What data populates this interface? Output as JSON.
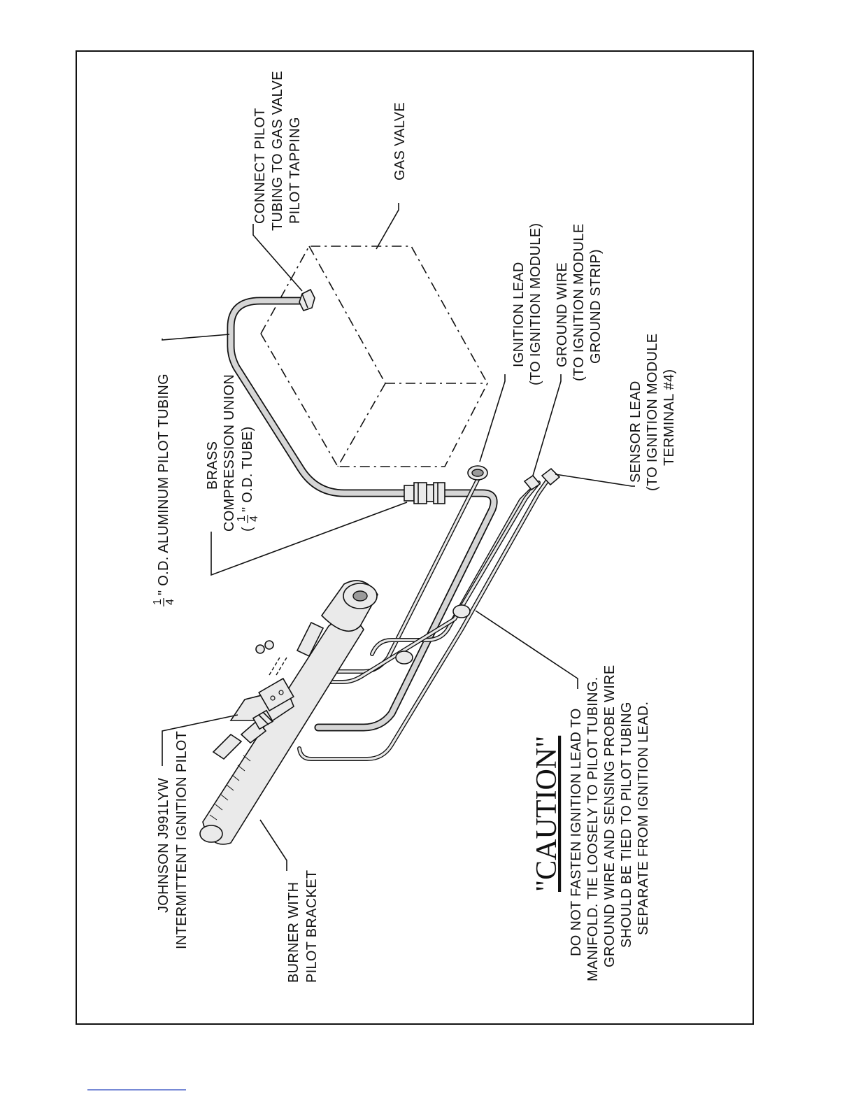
{
  "labels": {
    "connect_pilot": [
      "CONNECT PILOT",
      "TUBING TO GAS VALVE",
      "PILOT TAPPING"
    ],
    "gas_valve": "GAS VALVE",
    "ignition_lead": [
      "IGNITION LEAD",
      "(TO IGNITION MODULE)"
    ],
    "ground_wire": [
      "GROUND WIRE",
      "(TO IGNITION MODULE",
      "GROUND STRIP)"
    ],
    "sensor_lead": [
      "SENSOR LEAD",
      "(TO IGNITION MODULE",
      "TERMINAL #4)"
    ],
    "pilot_tubing": {
      "fraction_num": "1",
      "fraction_den": "4",
      "text": "\" O.D. ALUMINUM PILOT TUBING"
    },
    "brass_union": {
      "line1": "BRASS",
      "line2": "COMPRESSION UNION",
      "line3_prefix": "(",
      "fraction_num": "1",
      "fraction_den": "4",
      "line3_suffix": "\" O.D. TUBE)"
    },
    "johnson_pilot": [
      "JOHNSON J991LYW",
      "INTERMITTENT IGNITION PILOT"
    ],
    "burner": [
      "BURNER WITH",
      "PILOT BRACKET"
    ],
    "caution_title": "\"CAUTION\"",
    "caution_text": [
      "DO NOT FASTEN IGNITION LEAD TO",
      "MANIFOLD. TIE LOOSELY TO PILOT TUBING.",
      "GROUND WIRE AND SENSING PROBE WIRE",
      "SHOULD BE TIED TO PILOT TUBING",
      "SEPARATE FROM IGNITION LEAD."
    ]
  }
}
